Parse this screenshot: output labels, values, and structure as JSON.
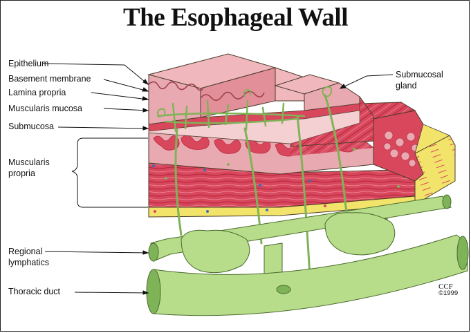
{
  "title": "The Esophageal Wall",
  "labels": {
    "epithelium": "Epithelium",
    "basement_membrane": "Basement membrane",
    "lamina_propria": "Lamina propria",
    "muscularis_mucosa": "Muscularis mucosa",
    "submucosa": "Submucosa",
    "muscularis_propria_1": "Muscularis",
    "muscularis_propria_2": "propria",
    "regional_lymphatics_1": "Regional",
    "regional_lymphatics_2": "lymphatics",
    "thoracic_duct": "Thoracic duct",
    "submucosal_gland_1": "Submucosal",
    "submucosal_gland_2": "gland"
  },
  "credit": {
    "org": "CCF",
    "year": "©1999"
  },
  "colors": {
    "epithelium": "#e9a9b0",
    "muscle": "#d9475d",
    "muscle_dark": "#b8293f",
    "adventitia": "#f2e46a",
    "lymph": "#b7dc8a",
    "lymph_dark": "#7fb357",
    "outline": "#4a3b2a"
  }
}
